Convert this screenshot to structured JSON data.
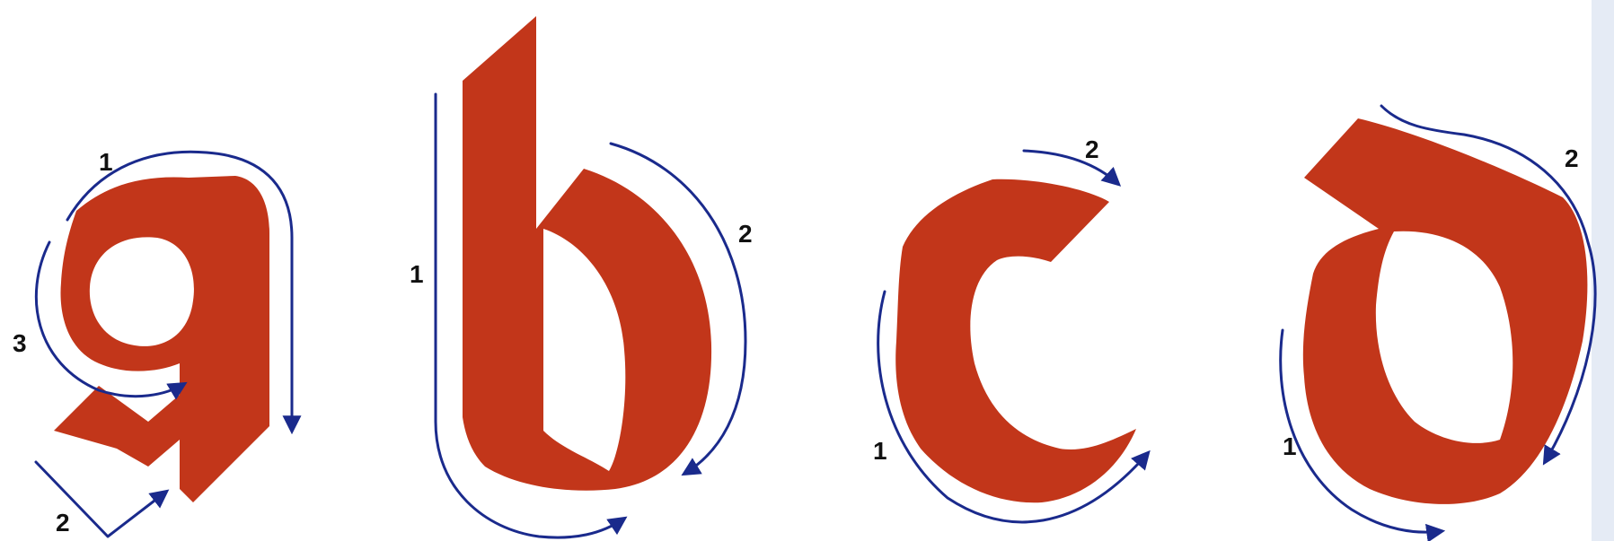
{
  "colors": {
    "ink": "#c2361a",
    "guide": "#1a2a8c",
    "label": "#111111"
  },
  "letters": [
    {
      "letter": "a",
      "labels": [
        "1",
        "2",
        "3"
      ]
    },
    {
      "letter": "b",
      "labels": [
        "1",
        "2"
      ]
    },
    {
      "letter": "c",
      "labels": [
        "1",
        "2"
      ]
    },
    {
      "letter": "d",
      "labels": [
        "1",
        "2"
      ]
    }
  ]
}
